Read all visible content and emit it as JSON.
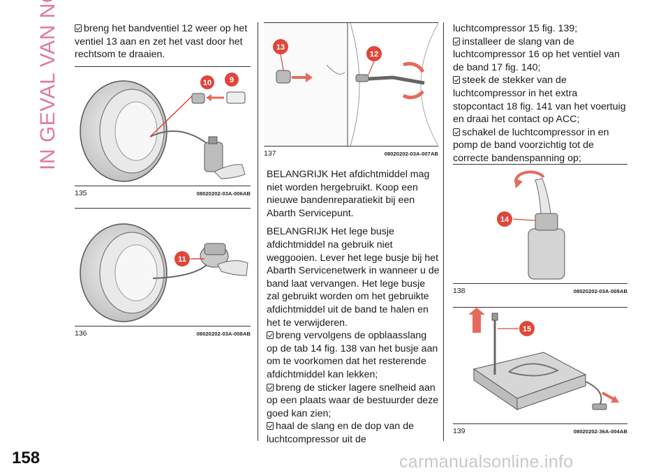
{
  "side_title": "IN GEVAL VAN NOOD",
  "page_number": "158",
  "left_column": {
    "bullet": "breng het bandventiel 12 weer op het ventiel 13 aan en zet het vast door het rechtsom te draaien."
  },
  "middle_column": {
    "note1": "BELANGRIJK Het afdichtmiddel mag niet worden hergebruikt. Koop een nieuwe bandenreparatiekit bij een Abarth Servicepunt.",
    "note2": "BELANGRIJK Het lege busje afdichtmiddel na gebruik niet weggooien. Lever het lege busje bij het Abarth Servicenetwerk in wanneer u de band laat vervangen. Het lege busje zal gebruikt worden om het gebruikte afdichtmiddel uit de band te halen en het te verwijderen.",
    "bullets": [
      "breng vervolgens de opblaasslang op de tab 14 fig. 138 van het busje aan om te voorkomen dat het resterende afdichtmiddel kan lekken;",
      "breng de sticker lagere snelheid aan op een plaats waar de bestuurder deze goed kan zien;",
      "haal de slang en de dop van de luchtcompressor uit de"
    ]
  },
  "right_column": {
    "continuation": "luchtcompressor 15 fig. 139;",
    "bullets": [
      "installeer de slang van de luchtcompressor 16 op het ventiel van de band 17 fig. 140;",
      "steek de stekker van de luchtcompressor in het extra stopcontact 18 fig. 141 van het voertuig en draai het contact op ACC;",
      "schakel de luchtcompressor in en pomp de band voorzichtig tot de correcte bandenspanning op;"
    ]
  },
  "figures": {
    "fig135": {
      "num": "135",
      "code": "08020202-03A-006AB",
      "callouts": [
        "10",
        "9"
      ]
    },
    "fig136": {
      "num": "136",
      "code": "08020202-03A-008AB",
      "callouts": [
        "11"
      ]
    },
    "fig137": {
      "num": "137",
      "code": "08020202-03A-007AB",
      "callouts": [
        "13",
        "12"
      ]
    },
    "fig138": {
      "num": "138",
      "code": "08020202-03A-009AB",
      "callouts": [
        "14"
      ]
    },
    "fig139": {
      "num": "139",
      "code": "08020202-36A-004AB",
      "callouts": [
        "15"
      ]
    }
  },
  "watermark": "carmanualsonline.info",
  "colors": {
    "accent_pink": "#e07aa0",
    "callout_red": "#e0463a",
    "arrow_red": "#e66a5a"
  }
}
